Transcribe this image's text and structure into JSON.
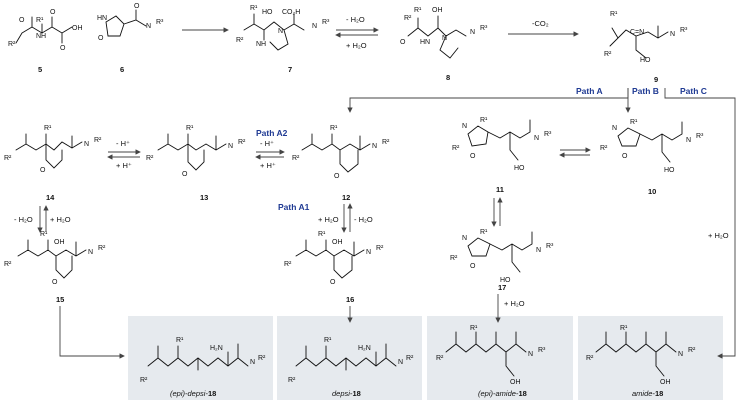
{
  "compounds": {
    "c5": "5",
    "c6": "6",
    "c7": "7",
    "c8": "8",
    "c9": "9",
    "c10": "10",
    "c11": "11",
    "c12": "12",
    "c13": "13",
    "c14": "14",
    "c15": "15",
    "c16": "16",
    "c17": "17"
  },
  "conditions": {
    "minus_water": "- H₂O",
    "plus_water": "+ H₂O",
    "minus_co2": "-CO₂",
    "minus_h": "- H⁺",
    "plus_h": "+ H⁺"
  },
  "paths": {
    "a": "Path A",
    "b": "Path B",
    "c": "Path C",
    "a1": "Path A1",
    "a2": "Path A2"
  },
  "products": [
    {
      "prefix": "(epi)-depsi-",
      "num": "18"
    },
    {
      "prefix": "depsi-",
      "num": "18"
    },
    {
      "prefix": "(epi)-amide-",
      "num": "18"
    },
    {
      "prefix": "amide-",
      "num": "18"
    }
  ],
  "atoms": {
    "r1": "R¹",
    "r2": "R²",
    "r3": "R³",
    "o": "O",
    "n": "N",
    "nh": "NH",
    "h": "H",
    "oh": "OH",
    "oh_top": "HO",
    "co2h": "CO₂H",
    "oh_acid": "OH",
    "hn": "HN",
    "nh2": "NH₂",
    "h2n": "H₂N",
    "nplus": "N",
    "plus": "⊕",
    "cnplus": "C=N"
  },
  "colors": {
    "box": "#e6eaee",
    "path_label": "#1f3a93",
    "arrow": "#444444"
  }
}
